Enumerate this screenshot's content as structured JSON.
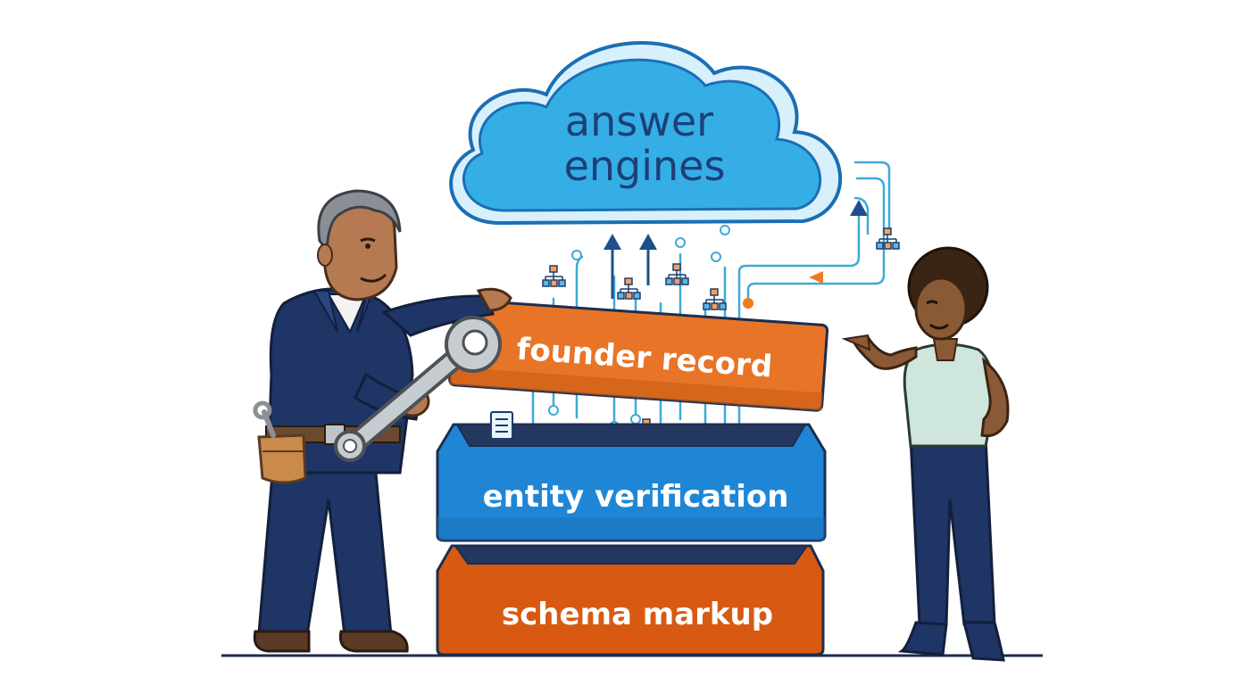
{
  "cloud": {
    "line1": "answer",
    "line2": "engines"
  },
  "blocks": {
    "top": "founder record",
    "middle": "entity verification",
    "bottom": "schema markup"
  },
  "colors": {
    "cloud_fill": "#35aee6",
    "cloud_outline": "#1a6fb5",
    "founder_record": "#e87427",
    "entity_verification": "#1f86d6",
    "schema_markup": "#d85a12",
    "connector_lines": "#3fa9d8",
    "arrows": "#1d4f8a",
    "accent_arrow": "#f07a1e"
  },
  "icons": [
    "hierarchy-icon",
    "document-icon",
    "wrench-icon",
    "arrow-up-icon"
  ]
}
